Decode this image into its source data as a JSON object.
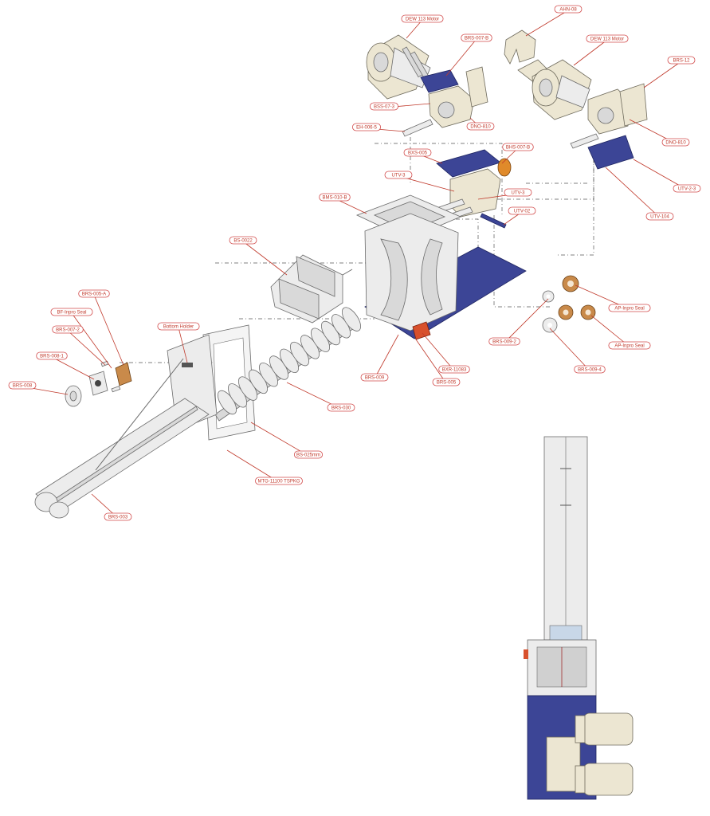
{
  "callouts": {
    "motor_left": "DEW 113 Motor",
    "motor_right": "DEW 113 Motor",
    "plate_top": "BRS-007-B",
    "guard": "AHN-08",
    "bracket_left": "BSS-07-3",
    "gearbox_left": "DNO-810",
    "coupling_left": "BXS-005",
    "shaft_left": "EH-006-5",
    "bracket_right": "BRS-12",
    "gearbox_right": "DNO-810",
    "top_plate_mid": "BHS-007-B",
    "coupling_mid": "UTV-3",
    "shaft_mid": "UTV-3",
    "tie_rod": "UTV-02",
    "base_right_a": "UTV-2-3",
    "base_right_b": "UTV-104",
    "hopper_flange": "BMS-010-B",
    "rotor": "BS-0022",
    "seal_a": "AP-Inpro Seal",
    "seal_b": "AP-Inpro Seal",
    "flange_a": "BRS-009-2",
    "flange_b": "BRS-009-4",
    "bearing_a": "BRS-005-A",
    "inpro_seal": "BF-Inpro Seal",
    "bearing_b": "BRS-007-2",
    "bearing_c": "BRS-008-1",
    "end_cap": "BRS-008",
    "bottom_holder": "Bottom Holder",
    "red_unit": "BXR-11083",
    "frame_a": "BRS-009",
    "frame_b": "BRS-005",
    "screw": "BRS-030",
    "end_plate": "BS-025mm",
    "skid": "MTG-11100 TSPKG",
    "tube": "BRS-003"
  }
}
